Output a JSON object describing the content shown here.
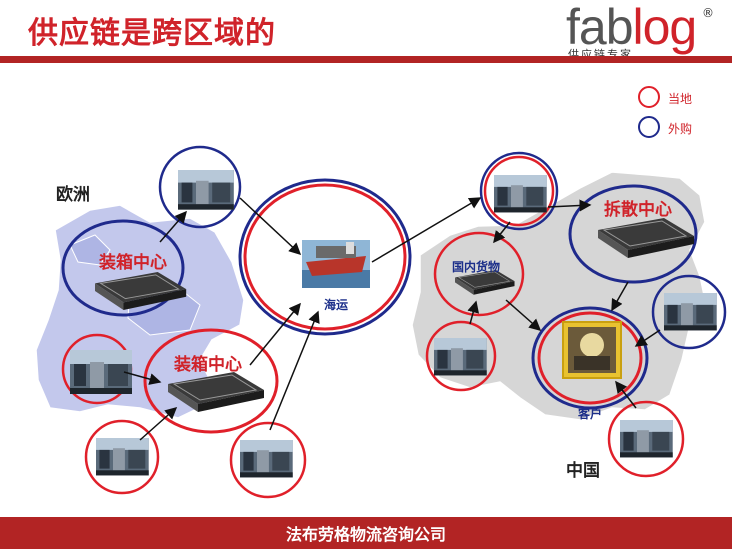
{
  "header": {
    "title": "供应链是跨区域的"
  },
  "logo": {
    "part1": "fab",
    "part2": "log",
    "tagline": "供应链专家",
    "reg": "®"
  },
  "legend": {
    "local": {
      "label": "当地",
      "color": "#e0202a"
    },
    "outsourced": {
      "label": "外购",
      "color": "#1f2a8c"
    }
  },
  "regions": {
    "europe": "欧洲",
    "china": "中国"
  },
  "nodes": {
    "packing_center_1": "装箱中心",
    "packing_center_2": "装箱中心",
    "ocean_shipping": "海运",
    "domestic_freight": "国内货物",
    "breakbulk_center": "拆散中心",
    "customer": "客户"
  },
  "footer": {
    "company": "法布劳格物流咨询公司"
  }
}
